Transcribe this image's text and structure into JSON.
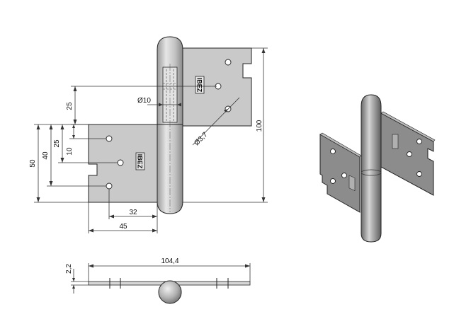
{
  "dimensions": {
    "d25_top": "25",
    "dia10": "Ø10",
    "dia3_7": "Ø3,7",
    "d100": "100",
    "d25_low": "25",
    "d10": "10",
    "d40": "40",
    "d50": "50",
    "d32": "32",
    "d45": "45",
    "d104_4": "104,4",
    "d2_2": "2,2"
  },
  "logo_text": "IBEZ",
  "colors": {
    "plate": "#c9c9c9",
    "knuckle": "#b9b9b9",
    "background": "#ffffff",
    "iso_plate": "#8c8c8c"
  }
}
